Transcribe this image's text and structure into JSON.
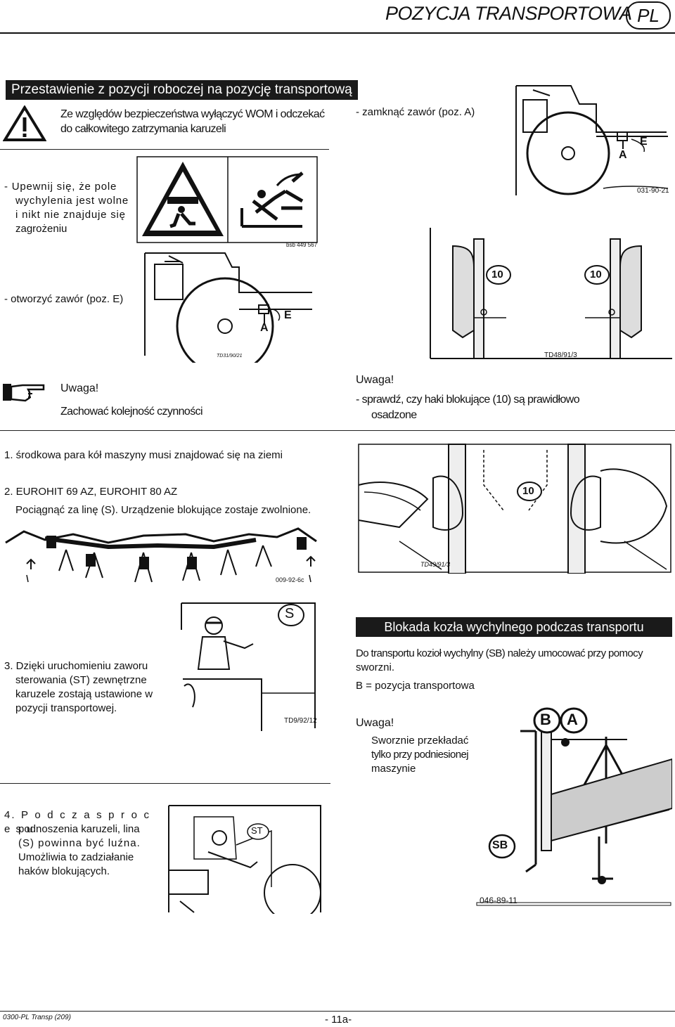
{
  "header": {
    "title": "POZYCJA TRANSPORTOWA",
    "lang": "PL"
  },
  "section1": {
    "title": "Przestawienie z pozycji roboczej na pozycję transportową",
    "warning_line1": "Ze względów bezpieczeństwa wyłączyć WOM i odczekać",
    "warning_line2": "do całkowitego zatrzymania karuzeli",
    "step_ensure": [
      "- Upewnij się, że pole",
      "wychylenia jest wolne",
      "i nikt nie znajduje się",
      "zagrożeniu"
    ],
    "danger_code": "bsb 449 567",
    "step_open": "- otworzyć zawór (poz. E)",
    "fig_open_code": "TD31/90/21",
    "note_label": "Uwaga!",
    "note_text": "Zachować kolejność czynności",
    "step1": "1. środkowa para kół maszyny musi znajdować się na ziemi",
    "step2_line1": "2. EUROHIT 69 AZ, EUROHIT 80 AZ",
    "step2_line2": "Pociągnąć za linę (S). Urządzenie blokujące zostaje zwolnione.",
    "fig_rake_code": "009-92-6c",
    "step3": [
      "3. Dzięki uruchomieniu zaworu",
      "sterowania (ST) zewnętrzne",
      "karuzele zostają ustawione w",
      "pozycji transportowej."
    ],
    "fig_s_code": "TD9/92/12",
    "step4": [
      "4. P o d c z a s   p r o c e s u",
      "podnoszenia karuzeli, lina",
      "(S) powinna być luźna.",
      "Umożliwia to zadziałanie",
      "haków blokujących."
    ]
  },
  "right_col": {
    "step_close": "- zamknąć zawór (poz. A)",
    "fig_close_code": "031-90-21",
    "fig_hooks_code": "TD48/91/3",
    "note_label": "Uwaga!",
    "note_line1": "- sprawdź, czy haki blokujące (10) są prawidłowo",
    "note_line2": "osadzone",
    "fig_detail_code": "TD49/91/3",
    "transport_title": "Blokada kozła wychylnego podczas transportu",
    "transport_text": [
      "Do transportu kozioł wychylny (SB) należy umocować przy pomocy",
      "sworzni."
    ],
    "transport_b": "B = pozycja transportowa",
    "note2_label": "Uwaga!",
    "note2_text": [
      "Sworznie przekładać",
      "tylko przy podniesionej",
      "maszynie"
    ],
    "fig_sb_code": "046-89-11"
  },
  "labels": {
    "A": "A",
    "E": "E",
    "S": "S",
    "ST": "ST",
    "ten": "10",
    "B": "B",
    "SB": "SB"
  },
  "footer": {
    "doc_code": "0300-PL Transp (209)",
    "page": "- 11a-"
  }
}
